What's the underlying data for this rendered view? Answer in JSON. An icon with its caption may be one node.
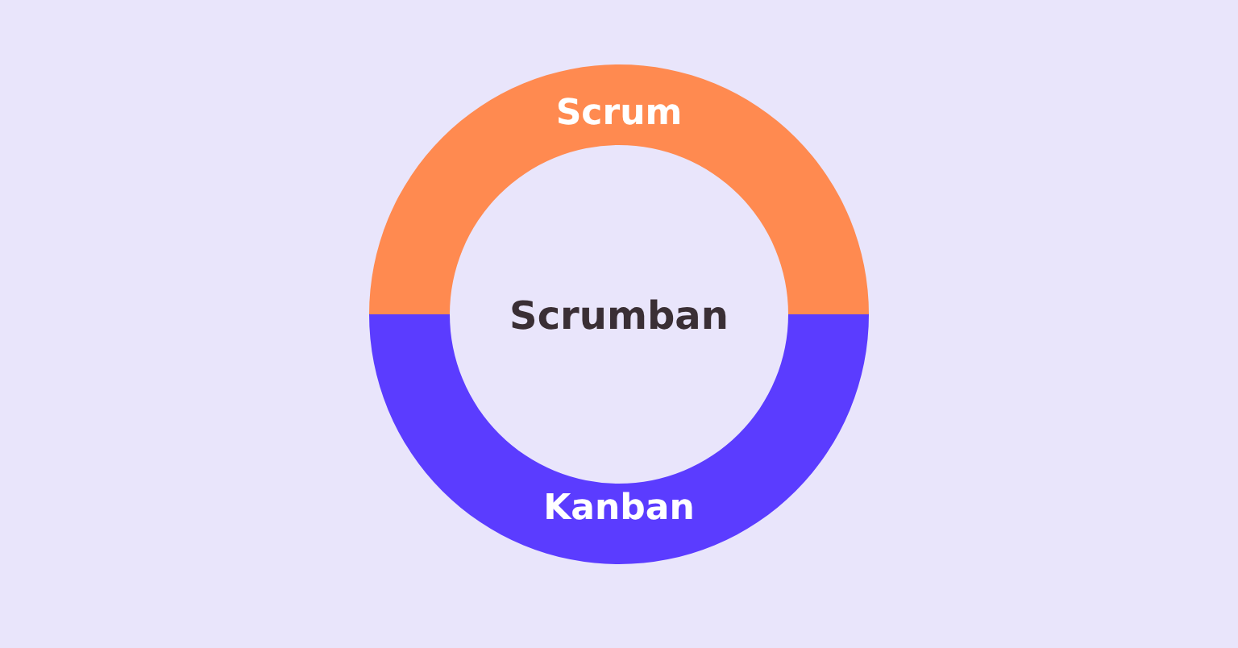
{
  "diagram": {
    "nodes": [
      {
        "text": [
          "Scrum"
        ]
      },
      {
        "text": [
          "Scrumban"
        ]
      },
      {
        "text": [
          "Kanban"
        ]
      }
    ]
  }
}
